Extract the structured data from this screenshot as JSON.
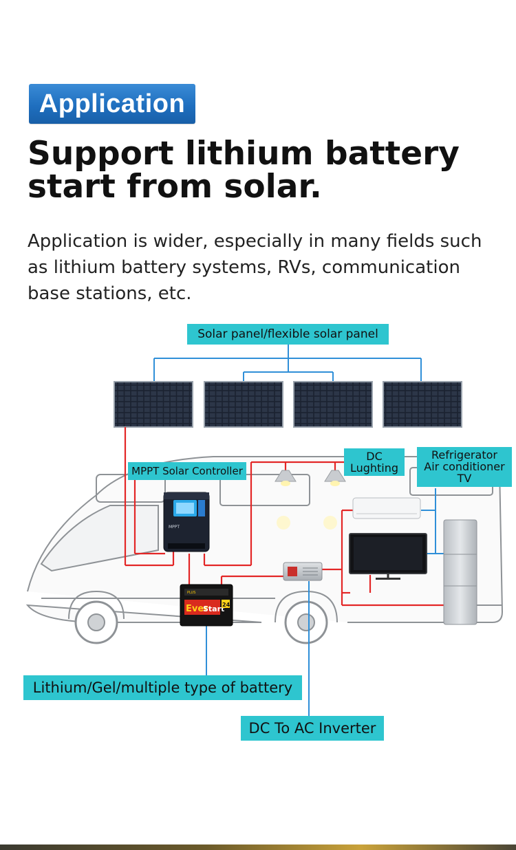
{
  "header": {
    "badge": "Application",
    "headline_line1": "Support lithium battery",
    "headline_line2": "start from solar.",
    "description": "Application is wider, especially in many fields such as lithium battery systems, RVs, communication base stations, etc."
  },
  "diagram": {
    "labels": {
      "solar_panel": "Solar panel/flexible solar panel",
      "controller": "MPPT Solar Controller",
      "dc_lighting_1": "DC",
      "dc_lighting_2": "Lughting",
      "appliances_1": "Refrigerator",
      "appliances_2": "Air conditioner",
      "appliances_3": "TV",
      "battery": "Lithium/Gel/multiple type of battery",
      "inverter": "DC To AC Inverter"
    },
    "battery_brand_1": "Ever",
    "battery_brand_2": "Start",
    "battery_brand_small": "PLUS",
    "battery_size": "24",
    "controller_mark": "MPPT"
  },
  "colors": {
    "badge_blue": "#1f6fbf",
    "tag_teal": "#2ec5cf",
    "wire_red": "#e32626",
    "wire_blue": "#2f8fd8",
    "panel_dark": "#1b2230"
  }
}
